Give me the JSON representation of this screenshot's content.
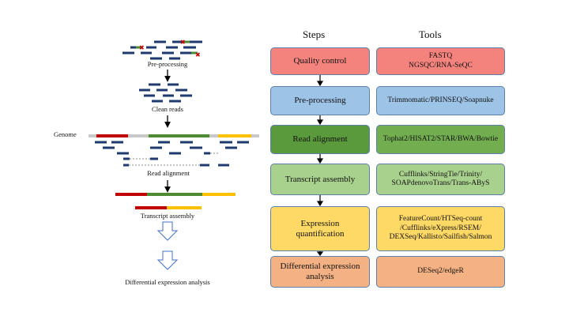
{
  "headers": {
    "steps": "Steps",
    "tools": "Tools"
  },
  "workflow": [
    {
      "step": "Quality control",
      "tools": "FASTQ\nNGSQC/RNA-SeQC",
      "step_color": "#f4837d",
      "tools_color": "#f4837d"
    },
    {
      "step": "Pre-processing",
      "tools": "Trimmomatic/PRINSEQ/Soapnuke",
      "step_color": "#9dc3e6",
      "tools_color": "#9dc3e6"
    },
    {
      "step": "Read alignment",
      "tools": "Tophat2/HISAT2/STAR/BWA/Bowtie",
      "step_color": "#5b9a3c",
      "tools_color": "#72ae50"
    },
    {
      "step": "Transcript assembly",
      "tools": "Cufflinks/StringTie/Trinity/\nSOAPdenovoTrans/Trans-AByS",
      "step_color": "#a9d18e",
      "tools_color": "#a9d18e"
    },
    {
      "step": "Expression\nquantification",
      "tools": "FeatureCount/HTSeq-count\n/Cufflinks/eXpress/RSEM/\nDEXSeq/Kallisto/Sailfish/Salmon",
      "step_color": "#ffd966",
      "tools_color": "#ffd966"
    },
    {
      "step": "Differential expression\nanalysis",
      "tools": "DESeq2/edgeR",
      "step_color": "#f4b183",
      "tools_color": "#f4b183"
    }
  ],
  "illustration": {
    "preprocessing": "Pre-processing",
    "clean_reads": "Clean reads",
    "genome": "Genome",
    "read_alignment": "Read alignment",
    "transcript_assembly": "Transcript assembly",
    "differential_expression": "Differential expression analysis",
    "colors": {
      "read": "#1f3a6e",
      "exon_red": "#c00000",
      "exon_green": "#4e8b32",
      "exon_yellow": "#ffc000",
      "intron": "#c8c8c8",
      "error_mark": "#c00000"
    }
  }
}
